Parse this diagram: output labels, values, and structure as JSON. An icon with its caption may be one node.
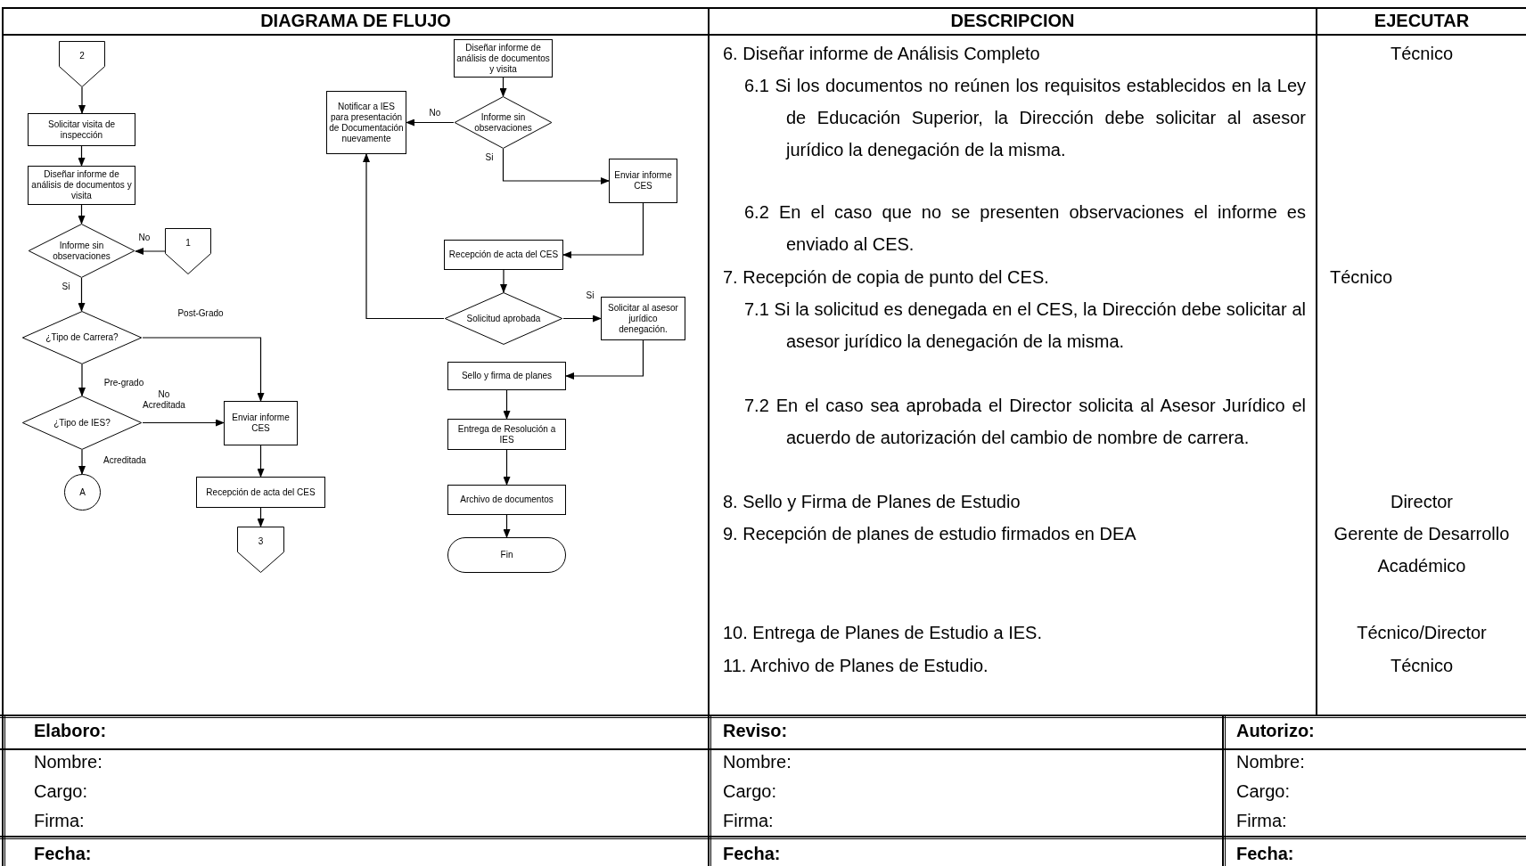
{
  "diagram": {
    "nodes": [
      {
        "text": [
          "2"
        ]
      },
      {
        "text": [
          "Solicitar visita de inspección"
        ]
      },
      {
        "text": [
          "Diseñar informe de análisis de documentos y visita"
        ]
      },
      {
        "text": [
          "Informe sin observaciones"
        ]
      },
      {
        "text": [
          "1"
        ]
      },
      {
        "text": [
          "¿Tipo de Carrera?"
        ]
      },
      {
        "text": [
          "¿Tipo de IES?"
        ]
      },
      {
        "text": [
          "A"
        ]
      },
      {
        "text": [
          "Enviar informe CES"
        ]
      },
      {
        "text": [
          "Recepción de acta del CES"
        ]
      },
      {
        "text": [
          "3"
        ]
      },
      {
        "text": [
          "Diseñar informe de análisis de documentos y visita"
        ]
      },
      {
        "text": [
          "Notificar a IES para presentación de Documentación nuevamente"
        ]
      },
      {
        "text": [
          "Informe sin observaciones"
        ]
      },
      {
        "text": [
          "Enviar informe CES"
        ]
      },
      {
        "text": [
          "Recepción de acta del CES"
        ]
      },
      {
        "text": [
          "Solicitud aprobada"
        ]
      },
      {
        "text": [
          "Solicitar al asesor jurídico denegación."
        ]
      },
      {
        "text": [
          "Sello y firma de planes"
        ]
      },
      {
        "text": [
          "Entrega de Resolución a IES"
        ]
      },
      {
        "text": [
          "Archivo de documentos"
        ]
      },
      {
        "text": [
          "Fin"
        ]
      }
    ],
    "edges": [
      {
        "from": 0,
        "to": 1,
        "arrow": "to"
      },
      {
        "from": 1,
        "to": 2,
        "arrow": "to"
      },
      {
        "from": 2,
        "to": 3,
        "arrow": "to"
      },
      {
        "from": 4,
        "to": 3,
        "arrow": "to",
        "label": "No"
      },
      {
        "from": 3,
        "to": 5,
        "arrow": "to",
        "label": "Si"
      },
      {
        "from": 5,
        "to": 8,
        "arrow": "to",
        "label": "Post-Grado"
      },
      {
        "from": 5,
        "to": 6,
        "arrow": "to",
        "label": "Pre-grado"
      },
      {
        "from": 6,
        "to": 8,
        "arrow": "to",
        "label": "No Acreditada"
      },
      {
        "from": 6,
        "to": 7,
        "arrow": "to",
        "label": "Acreditada"
      },
      {
        "from": 8,
        "to": 9,
        "arrow": "to"
      },
      {
        "from": 9,
        "to": 10,
        "arrow": "to"
      },
      {
        "from": 11,
        "to": 13,
        "arrow": "to"
      },
      {
        "from": 13,
        "to": 12,
        "arrow": "to",
        "label": "No"
      },
      {
        "from": 13,
        "to": 14,
        "arrow": "to",
        "label": "Si"
      },
      {
        "from": 14,
        "to": 15,
        "arrow": "to"
      },
      {
        "from": 15,
        "to": 16,
        "arrow": "to"
      },
      {
        "from": 16,
        "to": 17,
        "arrow": "to",
        "label": "Si"
      },
      {
        "from": 16,
        "to": 12,
        "arrow": "to"
      },
      {
        "from": 17,
        "to": 18,
        "arrow": "to"
      },
      {
        "from": 18,
        "to": 19,
        "arrow": "to"
      },
      {
        "from": 19,
        "to": 20,
        "arrow": "to"
      },
      {
        "from": 20,
        "to": 21,
        "arrow": "to"
      }
    ],
    "labels": [
      "DIAGRAMA DE FLUJO",
      "DESCRIPCION",
      "EJECUTAR",
      "6. Diseñar informe de Análisis Completo",
      "6.1 Si los documentos no reúnen los requisitos establecidos en la Ley de Educación Superior, la Dirección debe solicitar al asesor jurídico la denegación de la misma.",
      "6.2 En el caso que no se presenten observaciones el informe es enviado al CES.",
      "7. Recepción de copia de punto del CES.",
      "7.1 Si la solicitud es denegada en el CES, la Dirección debe solicitar al asesor jurídico la denegación de la misma.",
      "7.2 En el caso sea aprobada el Director solicita al Asesor Jurídico el acuerdo de autorización del cambio de nombre de carrera.",
      "8. Sello y Firma de Planes de Estudio",
      "9. Recepción de planes de estudio firmados en DEA",
      "10. Entrega de Planes de Estudio a IES.",
      "11. Archivo de Planes de Estudio.",
      "Técnico",
      "Técnico",
      "Director",
      "Gerente de Desarrollo Académico",
      "Técnico/Director",
      "Técnico",
      "Elaboro:",
      "Reviso:",
      "Autorizo:",
      "Nombre:",
      "Nombre:",
      "Nombre:",
      "Cargo:",
      "Cargo:",
      "Cargo:",
      "Firma:",
      "Firma:",
      "Firma:",
      "Fecha:",
      "Fecha:",
      "Fecha:"
    ]
  }
}
